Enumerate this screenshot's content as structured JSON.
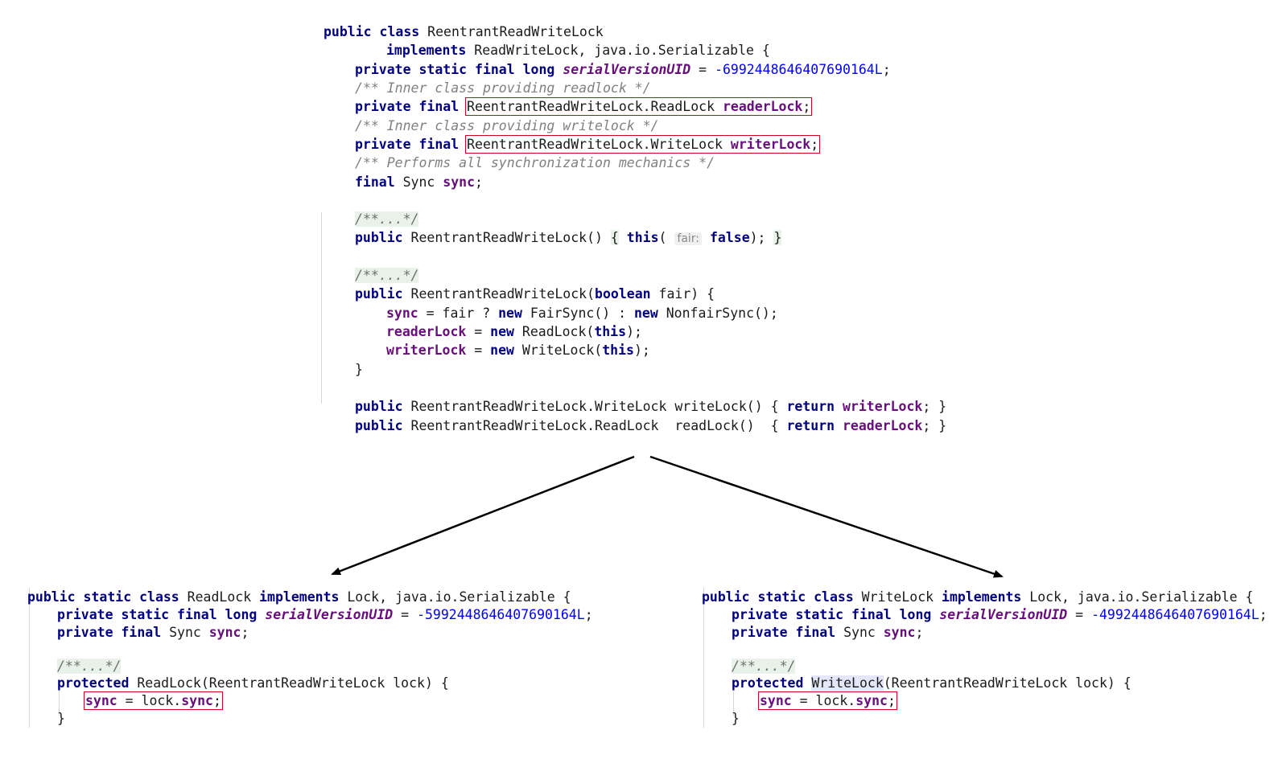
{
  "top": {
    "class_decl": [
      "public",
      "class",
      "ReentrantReadWriteLock"
    ],
    "implements_line": [
      "implements",
      "ReadWriteLock, java.io.Serializable {"
    ],
    "serial_line": [
      "private static final long",
      "serialVersionUID",
      " = ",
      "-6992448646407690164L",
      ";"
    ],
    "comment_readlock": "/** Inner class providing readlock */",
    "reader_field": [
      "private final",
      "ReentrantReadWriteLock.ReadLock ",
      "readerLock",
      ";"
    ],
    "comment_writelock": "/** Inner class providing writelock */",
    "writer_field": [
      "private final",
      "ReentrantReadWriteLock.WriteLock ",
      "writerLock",
      ";"
    ],
    "comment_sync": "/** Performs all synchronization mechanics */",
    "sync_field": [
      "final",
      " Sync ",
      "sync",
      ";"
    ],
    "fold1": "/**...*/",
    "ctor_default": [
      "public",
      " ReentrantReadWriteLock() ",
      "{",
      " ",
      "this",
      "( ",
      "fair:",
      " ",
      "false",
      "); ",
      "}"
    ],
    "fold2": "/**...*/",
    "ctor_fair": [
      "public",
      " ReentrantReadWriteLock(",
      "boolean",
      " fair) {"
    ],
    "ctor_sync": [
      "sync",
      " = fair ? ",
      "new",
      " FairSync() : ",
      "new",
      " NonfairSync();"
    ],
    "ctor_reader": [
      "readerLock",
      " = ",
      "new",
      " ReadLock(",
      "this",
      ");"
    ],
    "ctor_writer": [
      "writerLock",
      " = ",
      "new",
      " WriteLock(",
      "this",
      ");"
    ],
    "ctor_close": "}",
    "write_getter": [
      "public",
      " ReentrantReadWriteLock.WriteLock writeLock() { ",
      "return",
      " ",
      "writerLock",
      "; }"
    ],
    "read_getter": [
      "public",
      " ReentrantReadWriteLock.ReadLock  readLock()  { ",
      "return",
      " ",
      "readerLock",
      "; }"
    ]
  },
  "read_lock": {
    "class_decl": [
      "public static class",
      " ReadLock ",
      "implements",
      " Lock, java.io.Serializable {"
    ],
    "serial_line": [
      "private static final long",
      " ",
      "serialVersionUID",
      " = ",
      "-5992448646407690164L",
      ";"
    ],
    "sync_field": [
      "private final",
      " Sync ",
      "sync",
      ";"
    ],
    "fold": "/**...*/",
    "ctor": [
      "protected",
      " ",
      "ReadLock",
      "(ReentrantReadWriteLock lock) {"
    ],
    "assign": [
      "sync",
      " = lock.",
      "sync",
      ";"
    ],
    "close": "}"
  },
  "write_lock": {
    "class_decl": [
      "public static class",
      " WriteLock ",
      "implements",
      " Lock, java.io.Serializable {"
    ],
    "serial_line": [
      "private static final long",
      " ",
      "serialVersionUID",
      " = ",
      "-4992448646407690164L",
      ";"
    ],
    "sync_field": [
      "private final",
      " Sync ",
      "sync",
      ";"
    ],
    "fold": "/**...*/",
    "ctor": [
      "protected",
      " ",
      "WriteLock",
      "(ReentrantReadWriteLock lock) {"
    ],
    "assign": [
      "sync",
      " = lock.",
      "sync",
      ";"
    ],
    "close": "}"
  },
  "colors": {
    "keyword": "#000080",
    "field": "#660e7a",
    "number": "#0000ff",
    "comment": "#808080",
    "highlight_box": "#d0021b",
    "arrow": "#000000"
  }
}
